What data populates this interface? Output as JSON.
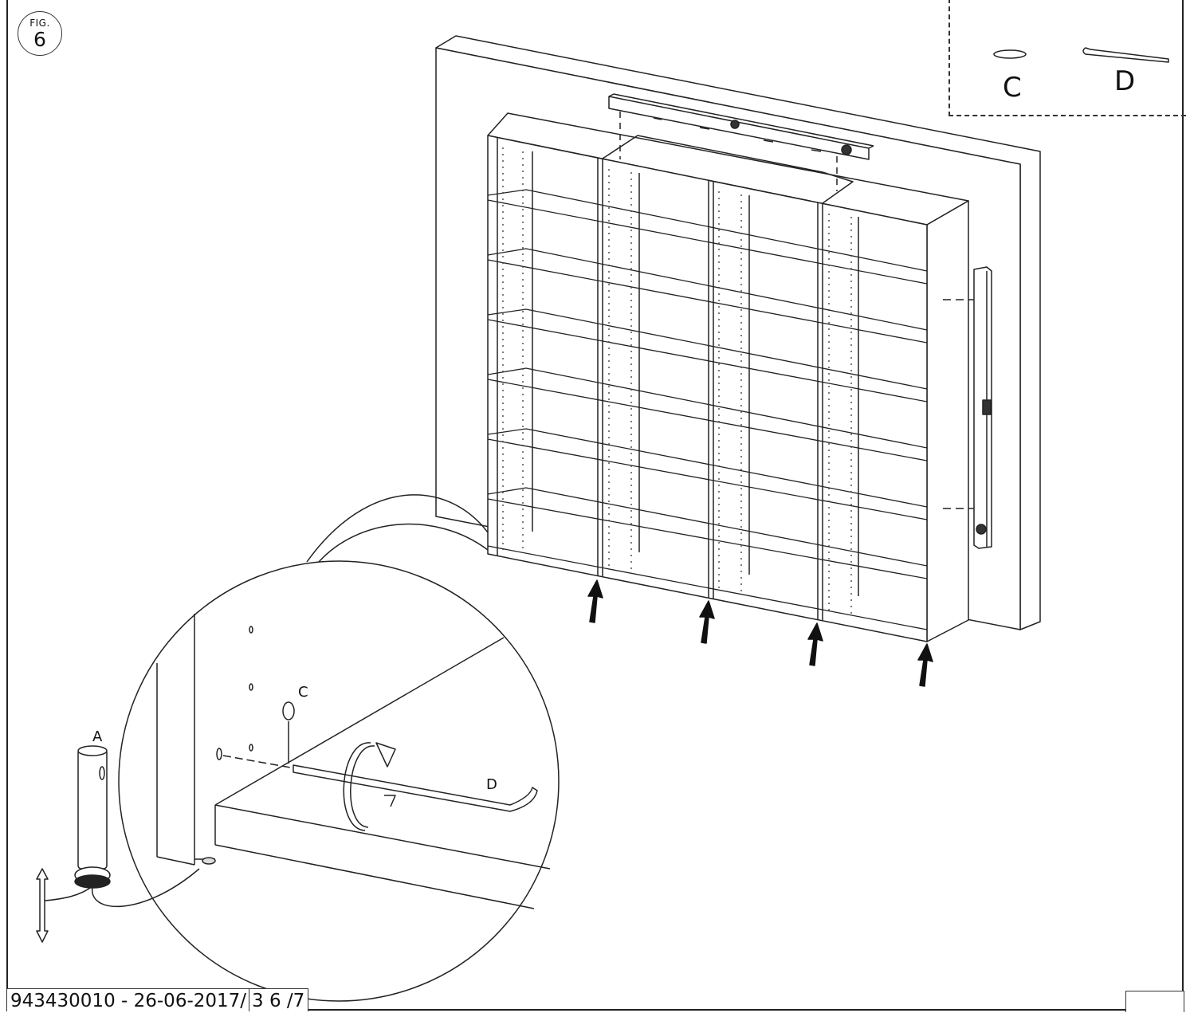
{
  "figure": {
    "label": "FIG.",
    "number": "6"
  },
  "parts_legend": {
    "items": [
      {
        "letter": "C",
        "icon": "cam-disc-icon"
      },
      {
        "letter": "D",
        "icon": "allen-key-icon"
      }
    ]
  },
  "callouts": {
    "a": "A",
    "c": "C",
    "d": "D"
  },
  "footer": {
    "doc_code": "943430010 - 26-06-2017/",
    "page": "3 6  /7"
  },
  "icons": [
    "spirit-level-icon",
    "arrow-up-icon",
    "rotate-arrow-icon",
    "double-arrow-icon",
    "adjustable-foot-icon"
  ]
}
